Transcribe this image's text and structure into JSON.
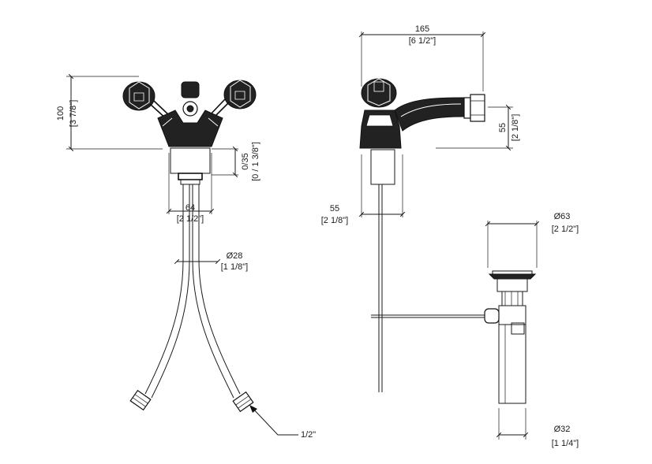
{
  "dimensions": {
    "height_mm": "100",
    "height_in": "[3 7/8\"]",
    "deck_mm": "0/35",
    "deck_in": "[0 / 1 3/8\"]",
    "center_mm": "64",
    "center_in": "[2 1/2\"]",
    "hole_mm": "Ø28",
    "hole_in": "[1 1/8\"]",
    "connector": "1/2\"",
    "length_mm": "165",
    "length_in": "[6 1/2\"]",
    "spout_h_mm": "55",
    "spout_h_in": "[2 1/8\"]",
    "base_mm": "55",
    "base_in": "[2 1/8\"]",
    "drain_top_mm": "Ø63",
    "drain_top_in": "[2 1/2\"]",
    "drain_bot_mm": "Ø32",
    "drain_bot_in": "[1 1/4\"]"
  }
}
